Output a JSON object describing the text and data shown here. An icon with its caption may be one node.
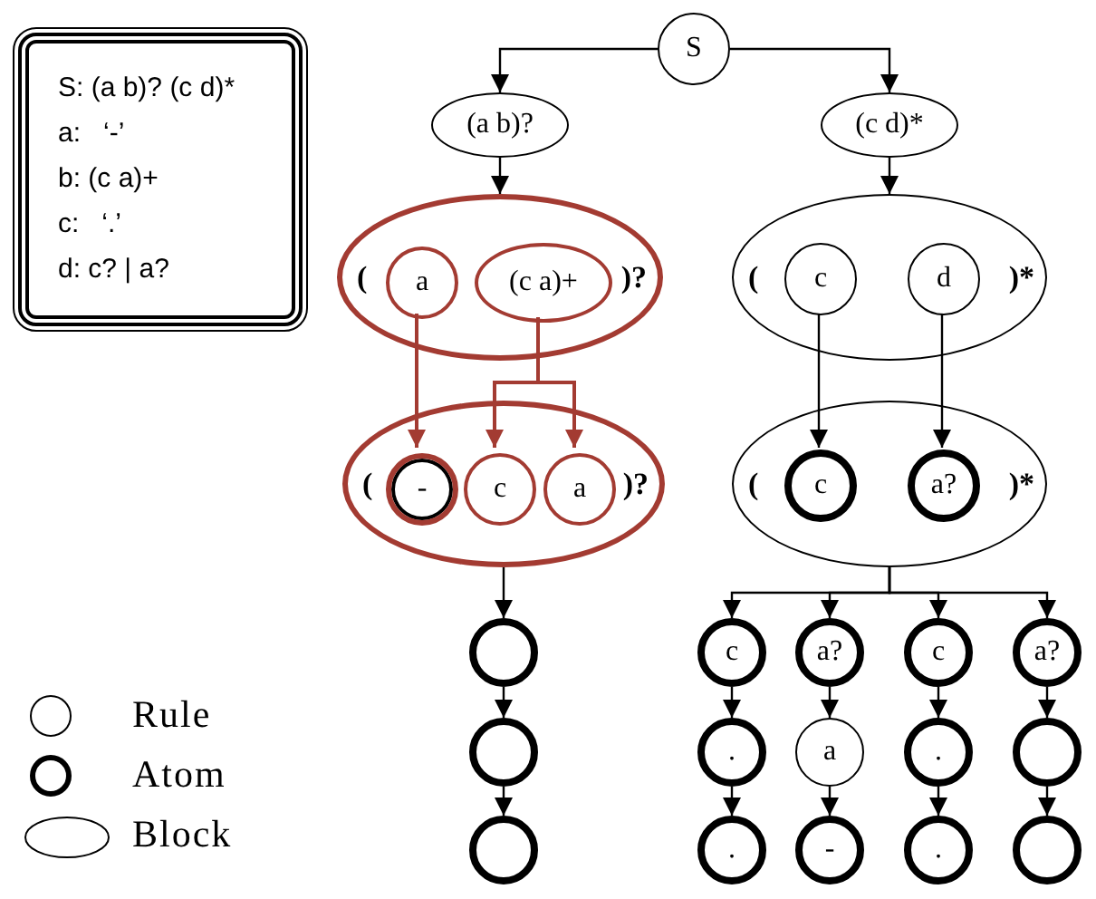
{
  "diagram": {
    "nodes": [
      {
        "text": [
          "S: (a b)? (c d)*",
          "a:   ‘-’",
          "b: (c a)+",
          "c:   ‘.’",
          "d: c? | a?"
        ]
      },
      {
        "text": [
          "S"
        ]
      },
      {
        "text": [
          "(a b)?"
        ]
      },
      {
        "text": [
          "(c d)*"
        ]
      },
      {
        "text": [
          "(",
          ")?"
        ]
      },
      {
        "text": [
          "a"
        ],
        "in": 4
      },
      {
        "text": [
          "(c a)+"
        ],
        "in": 4
      },
      {
        "text": [
          "(",
          ")*"
        ]
      },
      {
        "text": [
          "c"
        ],
        "in": 7
      },
      {
        "text": [
          "d"
        ],
        "in": 7
      },
      {
        "text": [
          "(",
          ")?"
        ]
      },
      {
        "text": [
          "-"
        ],
        "in": 10
      },
      {
        "text": [
          "c"
        ],
        "in": 10
      },
      {
        "text": [
          "a"
        ],
        "in": 10
      },
      {
        "text": [
          "(",
          ")*"
        ]
      },
      {
        "text": [
          "c"
        ],
        "in": 14
      },
      {
        "text": [
          "a?"
        ],
        "in": 14
      },
      {
        "text": [],
        "shape": "circle"
      },
      {
        "text": [
          "c"
        ]
      },
      {
        "text": [
          "a?"
        ]
      },
      {
        "text": [
          "c"
        ]
      },
      {
        "text": [
          "a?"
        ]
      },
      {
        "text": [],
        "shape": "circle"
      },
      {
        "text": [
          "."
        ]
      },
      {
        "text": [
          "a"
        ]
      },
      {
        "text": [
          "."
        ]
      },
      {
        "text": [],
        "shape": "circle"
      },
      {
        "text": [],
        "shape": "circle"
      },
      {
        "text": [
          "."
        ]
      },
      {
        "text": [
          "-"
        ]
      },
      {
        "text": [
          "."
        ]
      },
      {
        "text": [],
        "shape": "circle"
      }
    ],
    "edges": [
      {
        "from": 1,
        "to": 2,
        "arrow": "to"
      },
      {
        "from": 1,
        "to": 3,
        "arrow": "to"
      },
      {
        "from": 2,
        "to": 4,
        "arrow": "to"
      },
      {
        "from": 3,
        "to": 7,
        "arrow": "to"
      },
      {
        "from": 5,
        "to": 11,
        "arrow": "to",
        "color": "#a33b32"
      },
      {
        "from": 6,
        "to": 12,
        "arrow": "to",
        "color": "#a33b32"
      },
      {
        "from": 6,
        "to": 13,
        "arrow": "to",
        "color": "#a33b32"
      },
      {
        "from": 8,
        "to": 15,
        "arrow": "to"
      },
      {
        "from": 9,
        "to": 16,
        "arrow": "to"
      },
      {
        "from": 10,
        "to": 17,
        "arrow": "to"
      },
      {
        "from": 17,
        "to": 22,
        "arrow": "to"
      },
      {
        "from": 22,
        "to": 27,
        "arrow": "to"
      },
      {
        "from": 14,
        "to": 18,
        "arrow": "to"
      },
      {
        "from": 14,
        "to": 19,
        "arrow": "to"
      },
      {
        "from": 14,
        "to": 20,
        "arrow": "to"
      },
      {
        "from": 14,
        "to": 21,
        "arrow": "to"
      },
      {
        "from": 18,
        "to": 23,
        "arrow": "to"
      },
      {
        "from": 23,
        "to": 28,
        "arrow": "to"
      },
      {
        "from": 19,
        "to": 24,
        "arrow": "to"
      },
      {
        "from": 24,
        "to": 29,
        "arrow": "to"
      },
      {
        "from": 20,
        "to": 25,
        "arrow": "to"
      },
      {
        "from": 25,
        "to": 30,
        "arrow": "to"
      },
      {
        "from": 21,
        "to": 26,
        "arrow": "to"
      },
      {
        "from": 26,
        "to": 31,
        "arrow": "to"
      }
    ],
    "legend": [
      {
        "text": "Rule"
      },
      {
        "text": "Atom"
      },
      {
        "text": "Block"
      }
    ]
  }
}
